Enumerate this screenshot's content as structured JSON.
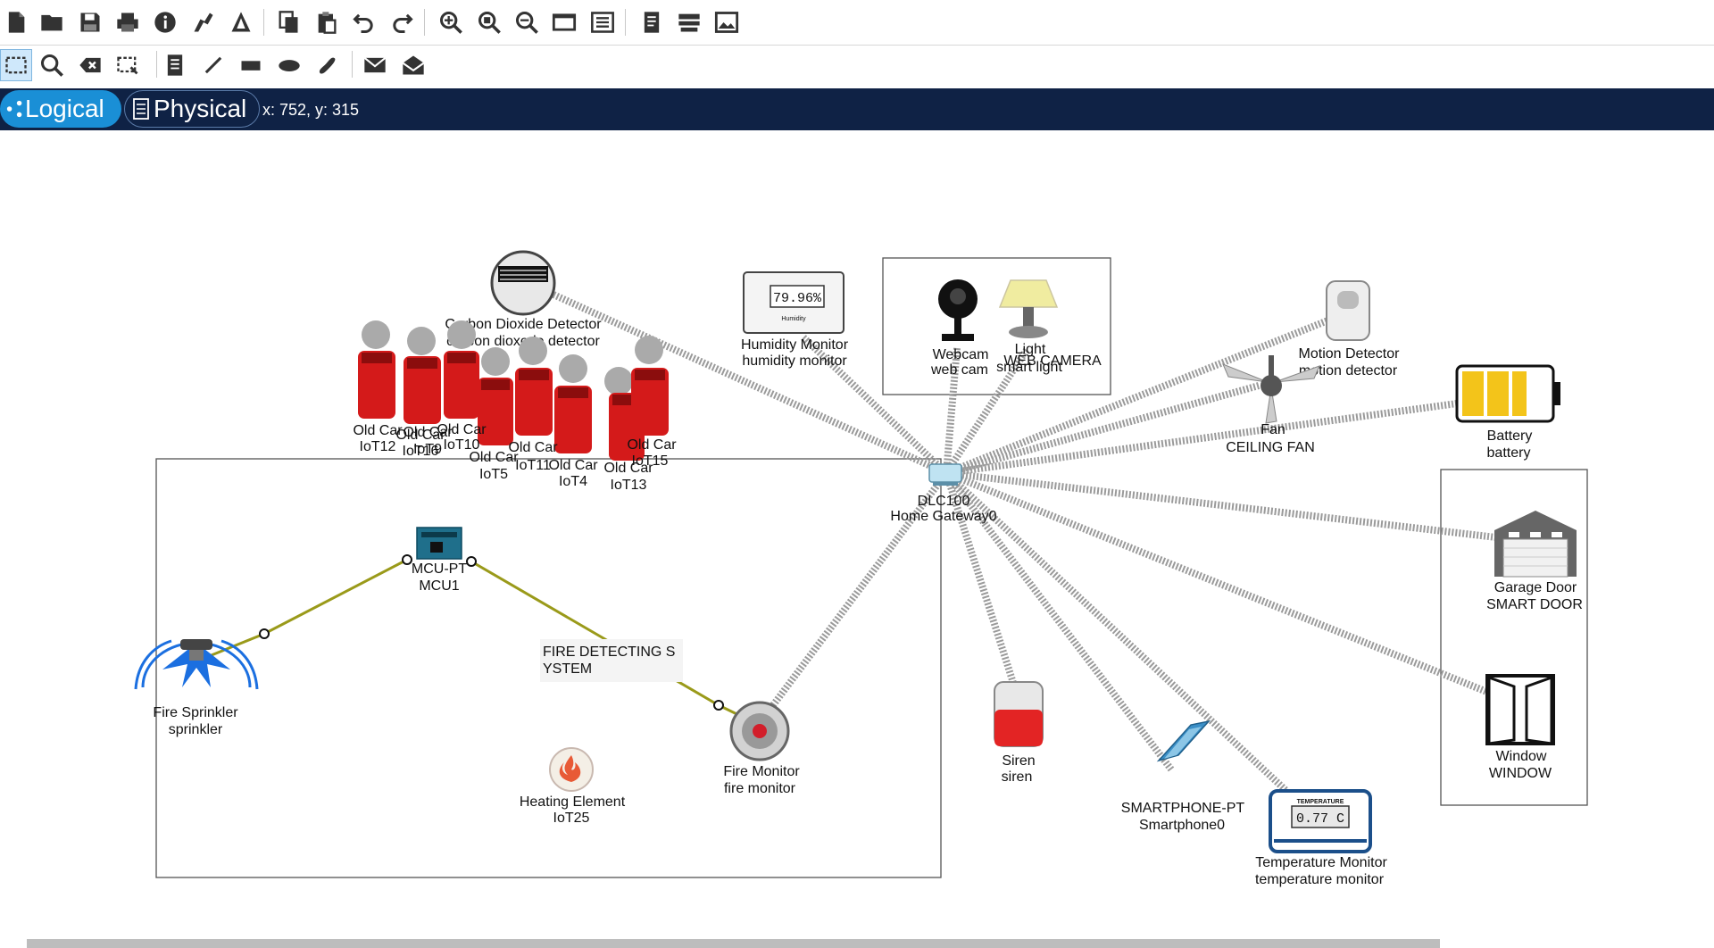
{
  "toolbar1": [
    "new-file-icon",
    "open-folder-icon",
    "save-icon",
    "print-icon",
    "info-icon",
    "activity-wizard-icon",
    "pdu-icon",
    "copy-icon",
    "paste-icon",
    "undo-icon",
    "redo-icon",
    "zoom-in-icon",
    "zoom-reset-icon",
    "zoom-out-icon",
    "drawing-palette-icon",
    "custom-device-icon",
    "notes-icon",
    "viewport-icon",
    "screenshot-icon"
  ],
  "toolbar2": [
    "select-icon",
    "inspect-icon",
    "delete-icon",
    "resize-shape-icon",
    "place-note-icon",
    "draw-line-icon",
    "draw-rectangle-icon",
    "draw-ellipse-icon",
    "freeform-icon",
    "add-simple-pdu-icon",
    "add-complex-pdu-icon"
  ],
  "tabs": {
    "logical": "Logical",
    "physical": "Physical"
  },
  "status": {
    "coords": "x: 752, y: 315"
  },
  "colors": {
    "tabbar": "#0f2245",
    "active_tab": "#1a8fd6",
    "wireless_link": "#9a9a9a",
    "wired_link": "#9a9a1a"
  },
  "canvas": {
    "note": [
      "FIRE DETECTING S",
      "YSTEM"
    ],
    "devices": [
      {
        "type": "Carbon Dioxide Detector",
        "name": "carbon dioxode detector"
      },
      {
        "type": "Humidity Monitor",
        "name": "humidity monitor",
        "reading": "79.96%",
        "sublabel": "Humidity"
      },
      {
        "type": "Webcam",
        "name": "web cam"
      },
      {
        "type": "Light",
        "name": "smart light"
      },
      {
        "note": "WEB CAMERA"
      },
      {
        "type": "Motion Detector",
        "name": "motion detector"
      },
      {
        "type": "Fan",
        "name": "CEILING FAN"
      },
      {
        "type": "Battery",
        "name": "battery"
      },
      {
        "type": "DLC100",
        "name": "Home Gateway0"
      },
      {
        "type": "MCU-PT",
        "name": "MCU1"
      },
      {
        "type": "Fire Sprinkler",
        "name": "sprinkler"
      },
      {
        "type": "Fire Monitor",
        "name": "fire monitor"
      },
      {
        "type": "Heating Element",
        "name": "IoT25"
      },
      {
        "type": "Siren",
        "name": "siren"
      },
      {
        "type": "SMARTPHONE-PT",
        "name": "Smartphone0"
      },
      {
        "type": "Temperature Monitor",
        "name": "temperature monitor",
        "reading": "0.77 C",
        "sublabel": "TEMPERATURE"
      },
      {
        "type": "Garage Door",
        "name": "SMART DOOR"
      },
      {
        "type": "Window",
        "name": "WINDOW"
      }
    ],
    "cars": [
      {
        "type": "Old Car",
        "name": "IoT12"
      },
      {
        "type": "Old Car",
        "name": "IoT16"
      },
      {
        "type": "Old Car",
        "name": "IoT9"
      },
      {
        "type": "Old Car",
        "name": "IoT10"
      },
      {
        "type": "Old Car",
        "name": "IoT5"
      },
      {
        "type": "Old Car",
        "name": "IoT11"
      },
      {
        "type": "Old Car",
        "name": "IoT4"
      },
      {
        "type": "Old Car",
        "name": "IoT13"
      },
      {
        "type": "Old Car",
        "name": "IoT15"
      }
    ]
  }
}
